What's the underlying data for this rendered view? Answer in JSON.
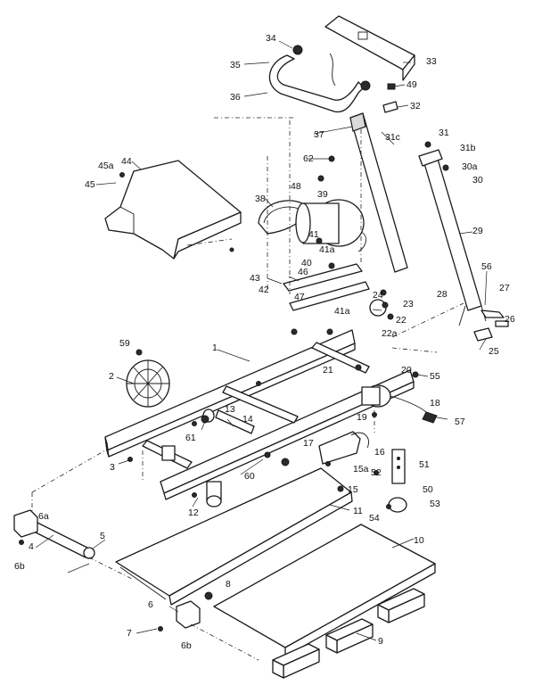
{
  "callouts": [
    {
      "id": "1",
      "text": "1"
    },
    {
      "id": "2",
      "text": "2"
    },
    {
      "id": "3",
      "text": "3"
    },
    {
      "id": "4",
      "text": "4"
    },
    {
      "id": "5",
      "text": "5"
    },
    {
      "id": "6a-top",
      "text": "6a"
    },
    {
      "id": "6b-left",
      "text": "6b"
    },
    {
      "id": "6",
      "text": "6"
    },
    {
      "id": "6b-bottom",
      "text": "6b"
    },
    {
      "id": "7",
      "text": "7"
    },
    {
      "id": "8",
      "text": "8"
    },
    {
      "id": "8-lower",
      "text": "8"
    },
    {
      "id": "9",
      "text": "9"
    },
    {
      "id": "10",
      "text": "10"
    },
    {
      "id": "11",
      "text": "11"
    },
    {
      "id": "12",
      "text": "12"
    },
    {
      "id": "13",
      "text": "13"
    },
    {
      "id": "14",
      "text": "14"
    },
    {
      "id": "15",
      "text": "15"
    },
    {
      "id": "15a",
      "text": "15a"
    },
    {
      "id": "16",
      "text": "16"
    },
    {
      "id": "17",
      "text": "17"
    },
    {
      "id": "18",
      "text": "18"
    },
    {
      "id": "19",
      "text": "19"
    },
    {
      "id": "20",
      "text": "20"
    },
    {
      "id": "21",
      "text": "21"
    },
    {
      "id": "22",
      "text": "22"
    },
    {
      "id": "22a",
      "text": "22a"
    },
    {
      "id": "23",
      "text": "23"
    },
    {
      "id": "24",
      "text": "24"
    },
    {
      "id": "25",
      "text": "25"
    },
    {
      "id": "26",
      "text": "26"
    },
    {
      "id": "27",
      "text": "27"
    },
    {
      "id": "28",
      "text": "28"
    },
    {
      "id": "29",
      "text": "29"
    },
    {
      "id": "30",
      "text": "30"
    },
    {
      "id": "30a",
      "text": "30a"
    },
    {
      "id": "31",
      "text": "31"
    },
    {
      "id": "31b",
      "text": "31b"
    },
    {
      "id": "31c",
      "text": "31c"
    },
    {
      "id": "32",
      "text": "32"
    },
    {
      "id": "33",
      "text": "33"
    },
    {
      "id": "34",
      "text": "34"
    },
    {
      "id": "35",
      "text": "35"
    },
    {
      "id": "36",
      "text": "36"
    },
    {
      "id": "37",
      "text": "37"
    },
    {
      "id": "38",
      "text": "38"
    },
    {
      "id": "39",
      "text": "39"
    },
    {
      "id": "40",
      "text": "40"
    },
    {
      "id": "41",
      "text": "41"
    },
    {
      "id": "41a-upper",
      "text": "41a"
    },
    {
      "id": "41a-lower",
      "text": "41a"
    },
    {
      "id": "42",
      "text": "42"
    },
    {
      "id": "43",
      "text": "43"
    },
    {
      "id": "44",
      "text": "44"
    },
    {
      "id": "45",
      "text": "45"
    },
    {
      "id": "45a",
      "text": "45a"
    },
    {
      "id": "46",
      "text": "46"
    },
    {
      "id": "47",
      "text": "47"
    },
    {
      "id": "48",
      "text": "48"
    },
    {
      "id": "49",
      "text": "49"
    },
    {
      "id": "50",
      "text": "50"
    },
    {
      "id": "51",
      "text": "51"
    },
    {
      "id": "52",
      "text": "52"
    },
    {
      "id": "53",
      "text": "53"
    },
    {
      "id": "54",
      "text": "54"
    },
    {
      "id": "55",
      "text": "55"
    },
    {
      "id": "56",
      "text": "56"
    },
    {
      "id": "57",
      "text": "57"
    },
    {
      "id": "59",
      "text": "59"
    },
    {
      "id": "60",
      "text": "60"
    },
    {
      "id": "61",
      "text": "61"
    },
    {
      "id": "62",
      "text": "62"
    }
  ]
}
